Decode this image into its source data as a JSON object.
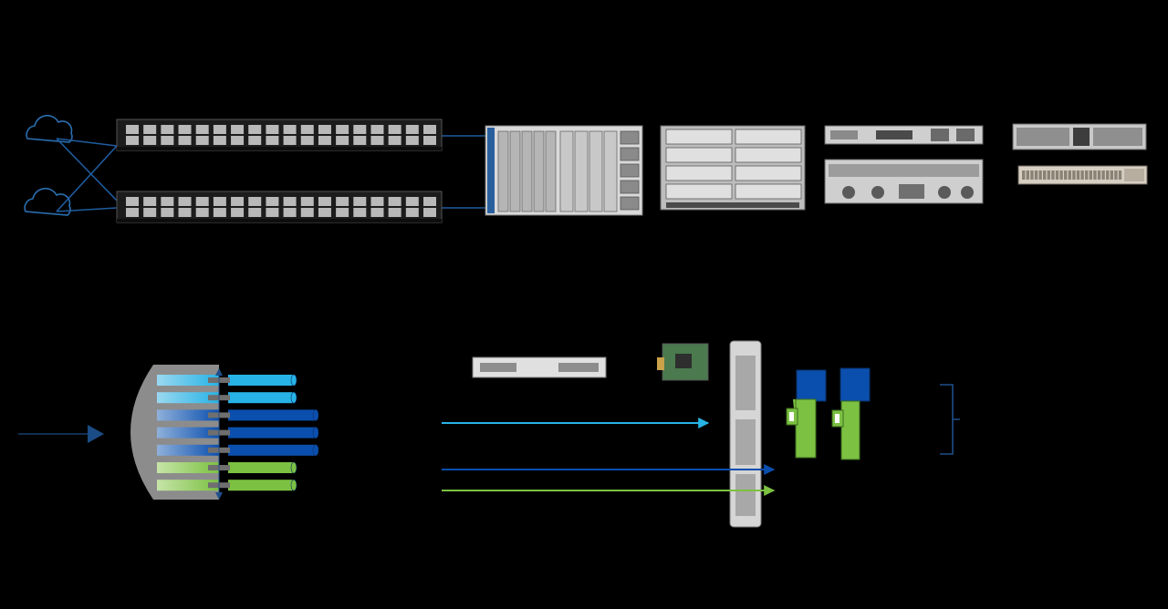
{
  "colors": {
    "background": "#000000",
    "cloud_outline": "#2a6fb0",
    "link_line": "#1f5da0",
    "switch_body": "#1c1c1c",
    "switch_port": "#b9b9b9",
    "chassis_light": "#d9d9d9",
    "chassis_mid": "#9a9a9a",
    "chassis_dark": "#3a3a3a",
    "blue_light": "#27b3e6",
    "blue_dark": "#0b4fae",
    "green": "#7cc142",
    "funnel_gray": "#8c8c8c",
    "input_arrow": "#14365e",
    "bracket": "#1f4f8a"
  },
  "icons": {
    "cloud_top": "cloud-icon",
    "cloud_bottom": "cloud-icon",
    "arrow_input": "arrow-right-icon",
    "arrow_light_blue": "arrow-right-icon",
    "arrow_dark_blue": "arrow-right-icon",
    "arrow_green": "arrow-right-icon",
    "bracket": "bracket-icon"
  },
  "fabric_interconnects": [
    {
      "ports": 18
    },
    {
      "ports": 18
    }
  ],
  "lanes": [
    {
      "color": "blue_light"
    },
    {
      "color": "blue_light"
    },
    {
      "color": "blue_dark"
    },
    {
      "color": "blue_dark"
    },
    {
      "color": "blue_dark"
    },
    {
      "color": "green"
    },
    {
      "color": "green"
    }
  ],
  "flows": [
    {
      "color": "blue_light"
    },
    {
      "color": "blue_dark"
    },
    {
      "color": "green"
    }
  ]
}
